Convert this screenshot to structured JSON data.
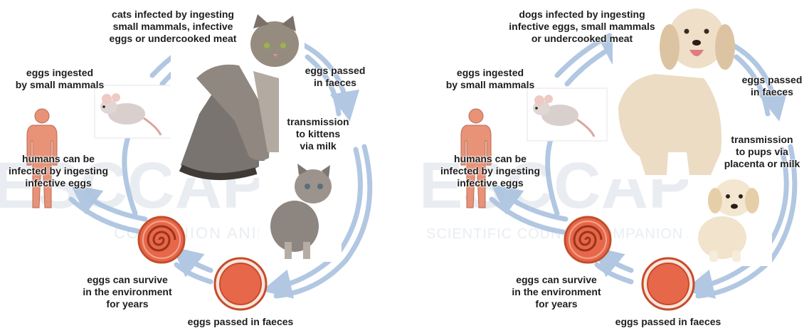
{
  "watermark": {
    "logo": "ESCCAP",
    "left_band": "COMPANION ANIMAL",
    "right_band": "SCIENTIFIC COUNCIL COMPANION ANIMAL PA"
  },
  "colors": {
    "arrow": "#a9c2df",
    "egg_outer": "#c44d2a",
    "egg_fill": "#e7674a",
    "human": "#e89278",
    "text": "#1e1e1e"
  },
  "cat_cycle": {
    "definitive_host": {
      "line1": "cats infected by ingesting",
      "line2": "small mammals, infective",
      "line3": "eggs or undercooked meat"
    },
    "paratenic": {
      "line1": "eggs ingested",
      "line2": "by small mammals"
    },
    "eggs_passed_top": {
      "line1": "eggs passed",
      "line2": "in faeces"
    },
    "transmission": {
      "line1": "transmission",
      "line2": "to kittens",
      "line3": "via milk"
    },
    "humans": {
      "line1": "humans can be",
      "line2": "infected by ingesting",
      "line3": "infective eggs"
    },
    "environment": {
      "line1": "eggs can survive",
      "line2": "in the environment",
      "line3": "for years"
    },
    "eggs_passed_bottom": "eggs passed in faeces"
  },
  "dog_cycle": {
    "definitive_host": {
      "line1": "dogs infected by ingesting",
      "line2": "infective eggs, small mammals",
      "line3": "or undercooked meat"
    },
    "paratenic": {
      "line1": "eggs ingested",
      "line2": "by small mammals"
    },
    "eggs_passed_top": {
      "line1": "eggs passed",
      "line2": "in faeces"
    },
    "transmission": {
      "line1": "transmission",
      "line2": "to pups via",
      "line3": "placenta or milk"
    },
    "humans": {
      "line1": "humans can be",
      "line2": "infected by ingesting",
      "line3": "infective eggs"
    },
    "environment": {
      "line1": "eggs can survive",
      "line2": "in the environment",
      "line3": "for years"
    },
    "eggs_passed_bottom": "eggs passed in faeces"
  }
}
